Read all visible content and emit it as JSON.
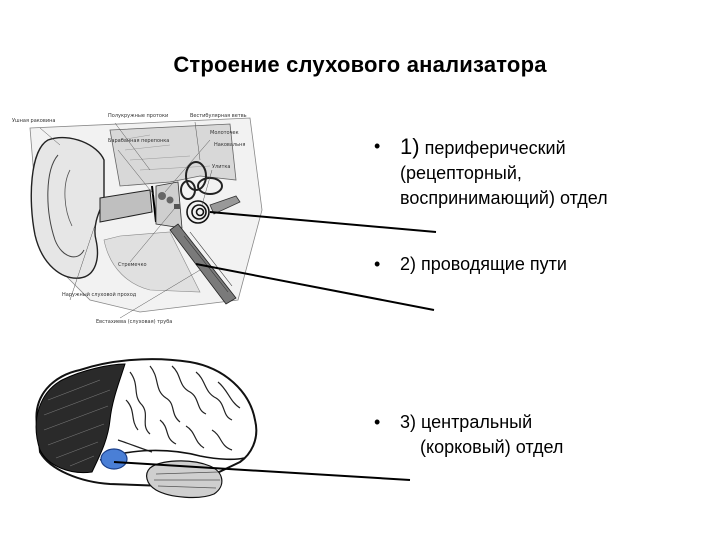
{
  "title": "Строение слухового анализатора",
  "bullets": [
    {
      "marker": "•",
      "number": "1)",
      "line1": "периферический",
      "line2": "(рецепторный,",
      "line3": "воспринимающий) отдел"
    },
    {
      "marker": "•",
      "text": "2) проводящие пути"
    },
    {
      "marker": "•",
      "line1": "3) центральный",
      "line2": "(корковый) отдел"
    }
  ],
  "ear_labels": [
    "Ушная раковина",
    "Полукружные протоки",
    "Вестибулярная ветвь",
    "Барабанная перепонка",
    "Молоточек",
    "Наковальня",
    "Улитка",
    "Стремечко",
    "Наружный слуховой проход",
    "Евстахиева (слуховая) труба"
  ],
  "colors": {
    "auditory_cortex_fill": "#4a7fd6",
    "line": "#000000"
  }
}
